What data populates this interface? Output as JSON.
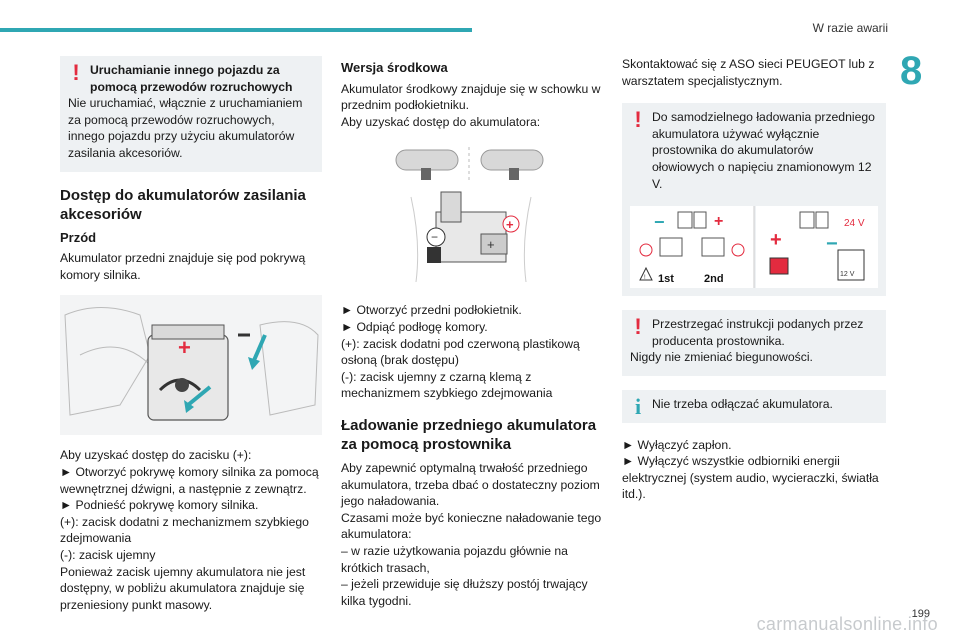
{
  "header": {
    "section": "W razie awarii",
    "chapter": "8"
  },
  "col1": {
    "note1_title": "Uruchamianie innego pojazdu za pomocą przewodów rozruchowych",
    "note1_text": "Nie uruchamiać, włącznie z uruchamianiem za pomocą przewodów rozruchowych, innego pojazdu przy użyciu akumulatorów zasilania akcesoriów.",
    "heading": "Dostęp do akumulatorów zasilania akcesoriów",
    "sub": "Przód",
    "p1": "Akumulator przedni znajduje się pod pokrywą komory silnika.",
    "lines": [
      "Aby uzyskać dostęp do zacisku (+):",
      "► Otworzyć pokrywę komory silnika za pomocą wewnętrznej dźwigni, a następnie z zewnątrz.",
      "► Podnieść pokrywę komory silnika.",
      "(+): zacisk dodatni z mechanizmem szybkiego zdejmowania",
      "(-): zacisk ujemny",
      "Ponieważ zacisk ujemny akumulatora nie jest dostępny, w pobliżu akumulatora znajduje się przeniesiony punkt masowy."
    ]
  },
  "col2": {
    "sub": "Wersja środkowa",
    "p1": "Akumulator środkowy znajduje się w schowku w przednim podłokietniku.",
    "p2": "Aby uzyskać dostęp do akumulatora:",
    "lines": [
      "► Otworzyć przedni podłokietnik.",
      "► Odpiąć podłogę komory.",
      "(+): zacisk dodatni pod czerwoną plastikową osłoną (brak dostępu)",
      "(-): zacisk ujemny z czarną klemą z mechanizmem szybkiego zdejmowania"
    ],
    "heading": "Ładowanie przedniego akumulatora za pomocą prostownika",
    "lines2": [
      "Aby zapewnić optymalną trwałość przedniego akumulatora, trzeba dbać o dostateczny poziom jego naładowania.",
      "Czasami może być konieczne naładowanie tego akumulatora:",
      "– w razie użytkowania pojazdu głównie na krótkich trasach,",
      "– jeżeli przewiduje się dłuższy postój trwający kilka tygodni."
    ]
  },
  "col3": {
    "p1": "Skontaktować się z ASO sieci PEUGEOT lub z warsztatem specjalistycznym.",
    "note1": "Do samodzielnego ładowania przedniego akumulatora używać wyłącznie prostownika do akumulatorów ołowiowych o napięciu znamionowym 12 V.",
    "fig_labels": {
      "first": "1st",
      "second": "2nd",
      "volt24": "24 V",
      "volt12": "12 V"
    },
    "note2a": "Przestrzegać instrukcji podanych przez producenta prostownika.",
    "note2b": "Nigdy nie zmieniać biegunowości.",
    "note3": "Nie trzeba odłączać akumulatora.",
    "lines": [
      "► Wyłączyć zapłon.",
      "► Wyłączyć wszystkie odbiorniki energii elektrycznej (system audio, wycieraczki, światła itd.)."
    ]
  },
  "marks": {
    "warn": "!",
    "info": "i"
  },
  "footer": {
    "page": "199",
    "watermark": "carmanualsonline.info"
  },
  "colors": {
    "accent": "#2fa7b3",
    "warn": "#e32b3f"
  }
}
